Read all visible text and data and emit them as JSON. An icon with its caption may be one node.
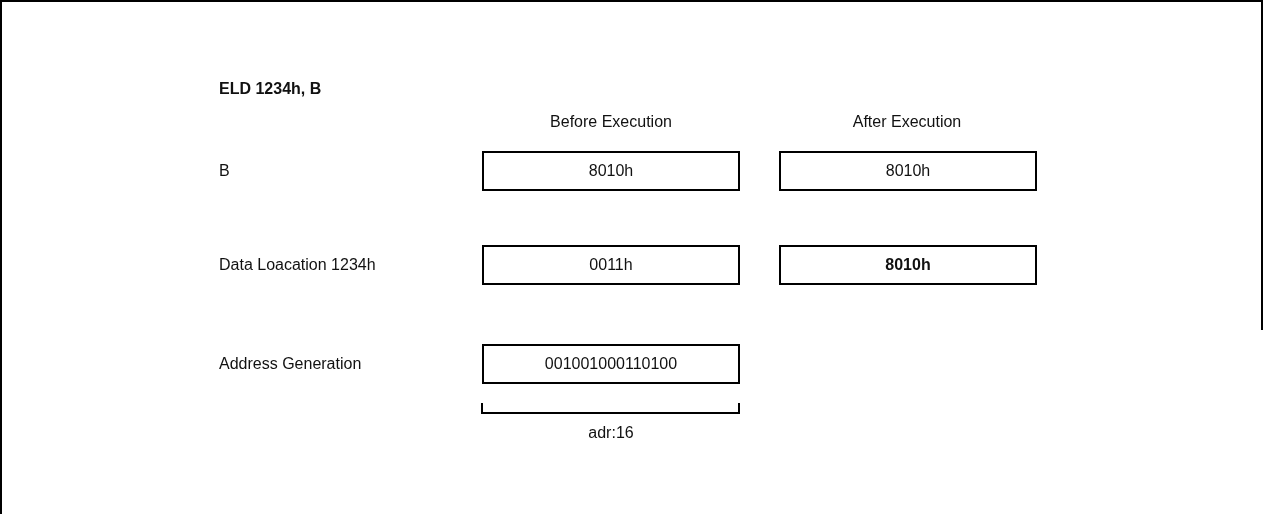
{
  "diagram": {
    "title": "ELD 1234h, B",
    "nodes": [
      {
        "text": [
          "8010h"
        ]
      },
      {
        "text": [
          "8010h"
        ]
      },
      {
        "text": [
          "0011h"
        ]
      },
      {
        "text": [
          "8010h"
        ]
      },
      {
        "text": [
          "001001000110100"
        ]
      }
    ],
    "edges": [],
    "labels": [
      "Before Execution",
      "After Execution",
      "B",
      "Data Loacation 1234h",
      "Address Generation",
      "adr:16"
    ]
  }
}
